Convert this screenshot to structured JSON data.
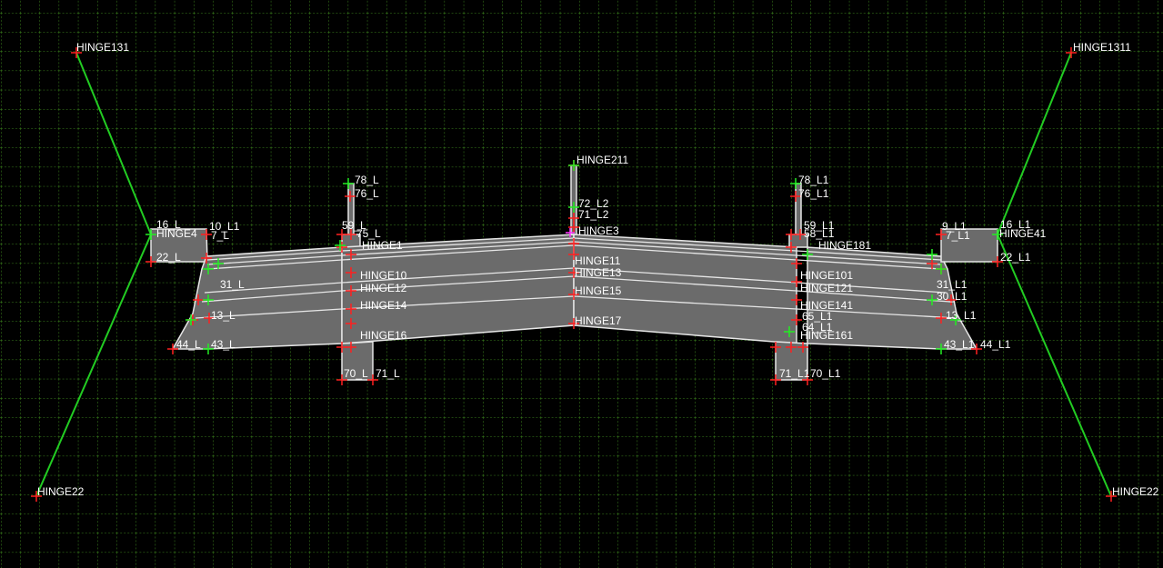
{
  "theme": {
    "background": "#000000",
    "grid": "#3f8a1e",
    "fill": "#6b6b6b",
    "edge": "#e6e6e6",
    "link": "#22cc22",
    "red_marker": "#ff2020",
    "green_marker": "#22ee22",
    "magenta_marker": "#ff33ff",
    "label": "#ffffff"
  },
  "labels": {
    "hinge131": "HINGE131",
    "hinge1311": "HINGE1311",
    "hinge22": "HINGE22",
    "hinge22_right": "HINGE22",
    "hinge211": "HINGE211",
    "hinge41": "HINGE41",
    "hinge4": "HINGE4",
    "hinge10": "HINGE10",
    "hinge11": "HINGE11",
    "hinge12": "HINGE12",
    "hinge13": "HINGE13",
    "hinge14": "HINGE14",
    "hinge15": "HINGE15",
    "hinge16": "HINGE16",
    "hinge17": "HINGE17",
    "hinge101": "HINGE101",
    "hinge121": "HINGE121",
    "hinge141": "HINGE141",
    "hinge161": "HINGE161",
    "hinge181": "HINGE181",
    "hinge1_left": "HINGE1",
    "hinge_cluster": "HINGE3",
    "l16": "16_L",
    "l7": "7_L",
    "l22": "22_L",
    "l10": "10_L1",
    "l31": "31_L",
    "l13": "13_L",
    "l43": "43_L",
    "l44": "44_L",
    "l78": "78_L",
    "l76": "76_L",
    "l59": "59_L",
    "l75": "75_L",
    "l70": "70_L",
    "l71": "71_L",
    "l72": "72_L2",
    "l71l2": "71_L2",
    "r78": "78_L1",
    "r76": "76_L1",
    "r59": "59_L1",
    "r58": "58_L1",
    "r16": "16_L1",
    "r7": "7_L1",
    "r22": "22_L1",
    "r9": "9_L1",
    "r31": "31_L1",
    "r30": "30_L1",
    "r13": "13_L1",
    "r43": "43_L1",
    "r44": "44_L1",
    "r71": "71_L1",
    "r70": "70_L1",
    "r65": "65_L1",
    "r64": "64_L1"
  }
}
